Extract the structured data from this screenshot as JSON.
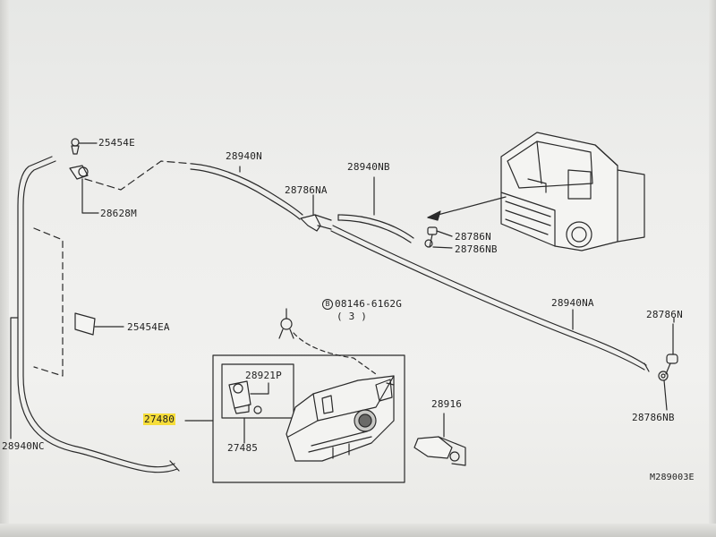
{
  "labels": {
    "p25454E": "25454E",
    "p28628M": "28628M",
    "p28940N": "28940N",
    "p28940NB": "28940NB",
    "p28786NA": "28786NA",
    "p28786N_top": "28786N",
    "p28786NB_top": "28786NB",
    "p25454EA": "25454EA",
    "p08146": "08146-6162G",
    "p08146_bolt_symbol": "B",
    "p08146_qty": "( 3 )",
    "p28940NA": "28940NA",
    "p28786N_right": "28786N",
    "p28786NB_right": "28786NB",
    "p28921P": "28921P",
    "p27480": "27480",
    "p27485": "27485",
    "p28916": "28916",
    "p28940NC": "28940NC",
    "diagram_code": "M289003E"
  },
  "colors": {
    "line": "#2a2a2a",
    "highlight": "#f6dd3a",
    "background": "#efefec"
  },
  "icons": [
    "truck-cab-drawing",
    "washer-tank-drawing",
    "washer-pump-drawing",
    "clip-drawing",
    "nozzle-drawing",
    "bolt-drawing"
  ]
}
